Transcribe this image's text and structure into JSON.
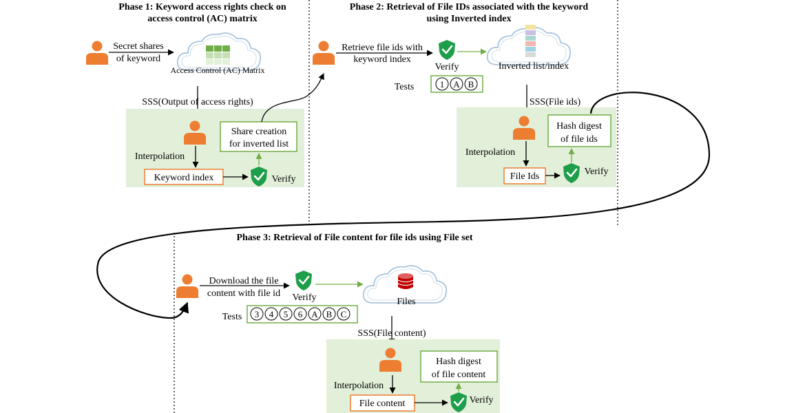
{
  "colors": {
    "person": "#ed7d31",
    "green_panel": "#e2efd9",
    "box_green": "#70ad47",
    "box_orange": "#ed7d31",
    "shield": "#1e9e4a",
    "cloud_stroke": "#a9c4db",
    "line": "#000000"
  },
  "icons": {
    "person": "person-icon",
    "cloud": "cloud-icon",
    "shield": "shield-check-icon",
    "matrix": "matrix-grid-icon",
    "index_stack": "index-stack-icon",
    "database": "database-icon"
  },
  "phase1": {
    "title_line1": "Phase 1: Keyword access rights check on",
    "title_line2": "access control (AC) matrix",
    "secret_shares_line1": "Secret shares",
    "secret_shares_line2": "of keyword",
    "ac_matrix_label": "Access Control (AC) Matrix",
    "sss_label": "SSS(Output of access rights)",
    "interpolation": "Interpolation",
    "keyword_index": "Keyword index",
    "share_creation_line1": "Share creation",
    "share_creation_line2": "for inverted list",
    "verify": "Verify"
  },
  "phase2": {
    "title_line1": "Phase 2: Retrieval of File IDs associated with the keyword",
    "title_line2": "using Inverted index",
    "retrieve_line1": "Retrieve file ids with",
    "retrieve_line2": "keyword index",
    "verify": "Verify",
    "inverted_label": "Inverted list/index",
    "tests_label": "Tests",
    "tests": [
      "1",
      "A",
      "B"
    ],
    "sss_label": "SSS(File ids)",
    "interpolation": "Interpolation",
    "file_ids": "File Ids",
    "hash_line1": "Hash digest",
    "hash_line2": "of file ids",
    "verify2": "Verify"
  },
  "phase3": {
    "title": "Phase 3: Retrieval of File content for file ids using File set",
    "download_line1": "Download the file",
    "download_line2": "content with file id",
    "verify": "Verify",
    "files_label": "Files",
    "tests_label": "Tests",
    "tests": [
      "3",
      "4",
      "5",
      "6",
      "A",
      "B",
      "C"
    ],
    "sss_label": "SSS(File content)",
    "interpolation": "Interpolation",
    "file_content": "File content",
    "hash_line1": "Hash digest",
    "hash_line2": "of file content",
    "verify2": "Verify"
  }
}
